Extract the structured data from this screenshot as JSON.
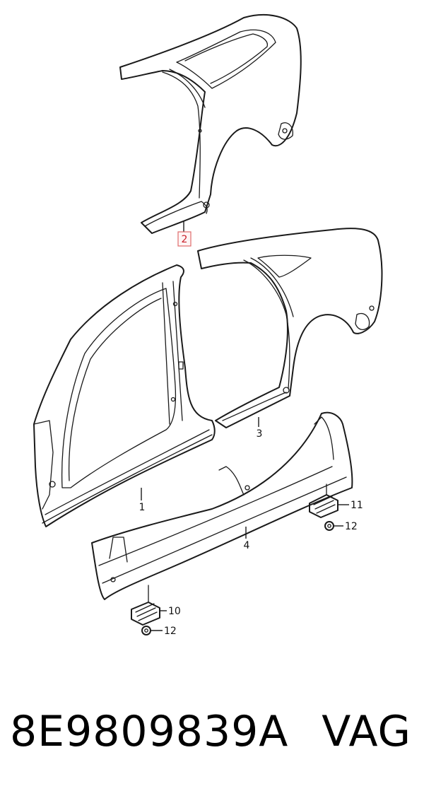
{
  "diagram": {
    "callouts": [
      {
        "id": "c2",
        "label": "2"
      },
      {
        "id": "c3",
        "label": "3"
      },
      {
        "id": "c1",
        "label": "1"
      },
      {
        "id": "c4",
        "label": "4"
      },
      {
        "id": "c11",
        "label": "11"
      },
      {
        "id": "c12a",
        "label": "12"
      },
      {
        "id": "c10",
        "label": "10"
      },
      {
        "id": "c12b",
        "label": "12"
      }
    ],
    "highlighted_callout": "2",
    "highlight_color": "#e06b6b"
  },
  "footer": {
    "part_number": "8E9809839A",
    "brand": "VAG"
  }
}
